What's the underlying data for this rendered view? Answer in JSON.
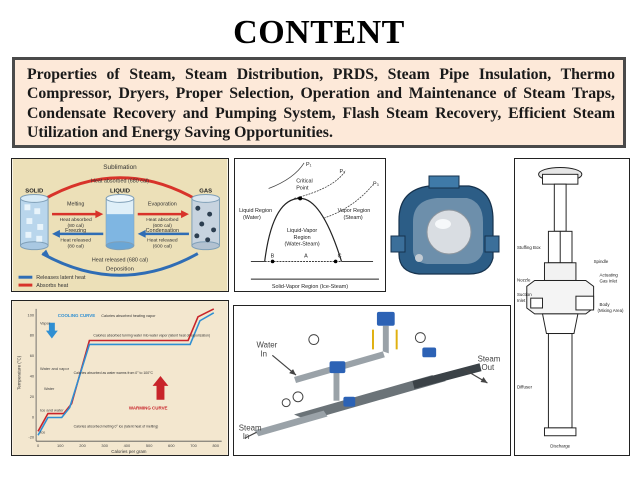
{
  "page": {
    "title": "CONTENT",
    "summary": "Properties of Steam, Steam Distribution, PRDS, Steam Pipe Insulation, Thermo Compressor, Dryers, Proper Selection, Operation and Maintenance of Steam Traps, Condensate Recovery and Pumping System, Flash Steam Recovery, Efficient Steam Utilization and Energy Saving Opportunities."
  },
  "phase_diagram": {
    "sublimation": "Sublimation",
    "sub_heat": "Heat absorbed (680 cal)",
    "solid": "SOLID",
    "liquid": "LIQUID",
    "gas": "GAS",
    "melting": "Melting",
    "melt_heat1": "Heat absorbed",
    "melt_heat2": "(80 cal)",
    "evaporation": "Evaporation",
    "evap_heat1": "Heat absorbed",
    "evap_heat2": "(600 cal)",
    "freezing": "Freezing",
    "freeze_heat1": "Heat released",
    "freeze_heat2": "(80 cal)",
    "condensation": "Condensation",
    "cond_heat1": "Heat released",
    "cond_heat2": "(600 cal)",
    "deposition": "Deposition",
    "dep_heat": "Heat released (680 cal)",
    "legend_release": "Releases latent heat",
    "legend_absorb": "Absorbs heat",
    "colors": {
      "absorb": "#d8332a",
      "release": "#2f6db5",
      "background": "#ece0b8"
    }
  },
  "pv_diagram": {
    "critical_point1": "Critical",
    "critical_point2": "Point",
    "liquid_region1": "Liquid Region",
    "liquid_region2": "(Water)",
    "vapor_region1": "Vapor Region",
    "vapor_region2": "(Steam)",
    "mix1": "Liquid-Vapor",
    "mix2": "Region",
    "mix3": "(Water-Steam)",
    "p1": "P₁",
    "p2": "P₂",
    "p3": "P₃",
    "b": "B",
    "a": "A",
    "c": "C",
    "bottom_label": "Solid-Vapor Region (Ice-Steam)"
  },
  "thermo_compressor": {
    "stuffing_box": "Stuffing Box",
    "spindle": "Spindle",
    "nozzle": "Nozzle",
    "actuating1": "Actuating",
    "actuating2": "Gas Inlet",
    "suction1": "Suction",
    "suction2": "Inlet",
    "body1": "Body",
    "body2": "(Mixing Area)",
    "diffuser": "Diffuser",
    "discharge": "Discharge"
  },
  "heating_curve": {
    "vapor": "Vapor",
    "cooling": "COOLING CURVE",
    "warming": "WARMING CURVE",
    "water_vapor": "Water and vapor",
    "water": "Water",
    "ice_water": "Ice and water",
    "ice": "Ice",
    "axis_y": "Temperature (°C)",
    "axis_x": "Calories per gram",
    "y_ticks": [
      "100",
      "80",
      "60",
      "40",
      "20",
      "0",
      "-20"
    ],
    "x_ticks": [
      "0",
      "100",
      "200",
      "300",
      "400",
      "500",
      "600",
      "700",
      "800"
    ],
    "note_vapor": "Calories absorbed heating vapor",
    "note_boil": "Calories absorbed turning water into water vapor (latent heat of vaporization)",
    "note_melt": "Calories absorbed melting 0° ice (latent heat of melting)",
    "note_warm": "Calories absorbed as water warms from 0° to 100°C",
    "colors": {
      "warm": "#c8242a",
      "cool": "#2f8fd2",
      "background": "#f3e7cf"
    }
  },
  "steam_station": {
    "water_in1": "Water",
    "water_in2": "In",
    "steam_out1": "Steam",
    "steam_out2": "Out",
    "steam_in1": "Steam",
    "steam_in2": "In"
  }
}
